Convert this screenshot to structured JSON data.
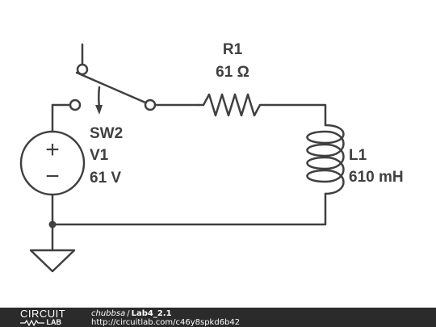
{
  "diagram": {
    "resistor": {
      "ref": "R1",
      "value": "61 Ω"
    },
    "inductor": {
      "ref": "L1",
      "value": "610 mH"
    },
    "source": {
      "ref": "V1",
      "value": "61 V",
      "plus": "+",
      "minus": "−"
    },
    "switch": {
      "ref": "SW2"
    }
  },
  "footer": {
    "logo_top": "CIRCUIT",
    "logo_bottom": "LAB",
    "author": "chubbsa",
    "separator": "/",
    "title": "Lab4_2.1",
    "url": "http://circuitlab.com/c46y8spkd6b42"
  },
  "colors": {
    "wire": "#404040",
    "footer_bg": "#2b2b2b"
  }
}
